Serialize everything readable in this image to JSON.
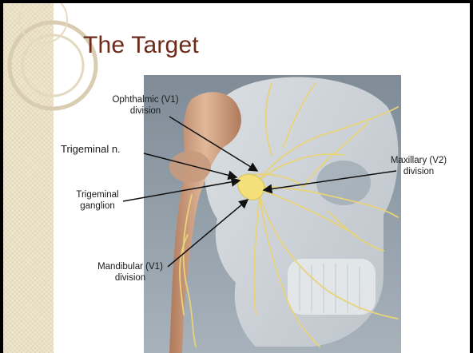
{
  "slide": {
    "title": "The Target"
  },
  "labels": {
    "ophthalmic_line1": "Ophthalmic (V1)",
    "ophthalmic_line2": "division",
    "trigeminal_n": "Trigeminal n.",
    "trigeminal_ganglion_line1": "Trigeminal",
    "trigeminal_ganglion_line2": "ganglion",
    "maxillary_line1": "Maxillary (V2)",
    "maxillary_line2": "division",
    "mandibular_line1": "Mandibular (V1)",
    "mandibular_line2": "division"
  },
  "colors": {
    "title": "#6b2a1a",
    "nerve": "#e8d27a",
    "skull": "#d9dde0",
    "background_panel": "#8a98a3"
  }
}
